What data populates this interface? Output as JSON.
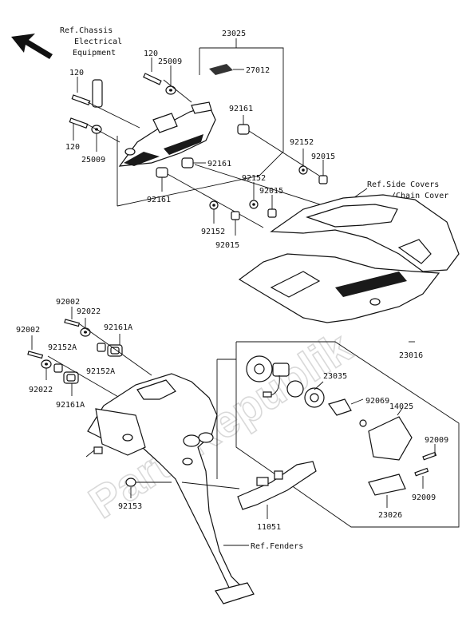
{
  "refs": {
    "chassis_line1": "Ref.Chassis",
    "chassis_line2": "Electrical",
    "chassis_line3": "Equipment",
    "side_covers_line1": "Ref.Side Covers",
    "side_covers_line2": "/Chain Cover",
    "fenders": "Ref.Fenders"
  },
  "watermark": "PartsRepublik",
  "labels": {
    "p23025": "23025",
    "p120_top": "120",
    "p25009_top": "25009",
    "p27012": "27012",
    "p120_left": "120",
    "p120_low": "120",
    "p25009_low": "25009",
    "p92161_a": "92161",
    "p92161_b": "92161",
    "p92161_c": "92161",
    "p92152_a": "92152",
    "p92015_a": "92015",
    "p92152_b": "92152",
    "p92015_b": "92015",
    "p92152_c": "92152",
    "p92015_c": "92015",
    "p92002_a": "92002",
    "p92022_a": "92022",
    "p92161A_a": "92161A",
    "p92002_b": "92002",
    "p92152A_a": "92152A",
    "p92152A_b": "92152A",
    "p92022_b": "92022",
    "p92161A_b": "92161A",
    "p23016": "23016",
    "p23035": "23035",
    "p92069": "92069",
    "p14025": "14025",
    "p92009_a": "92009",
    "p92009_b": "92009",
    "p23026": "23026",
    "p92153": "92153",
    "p11051": "11051"
  }
}
